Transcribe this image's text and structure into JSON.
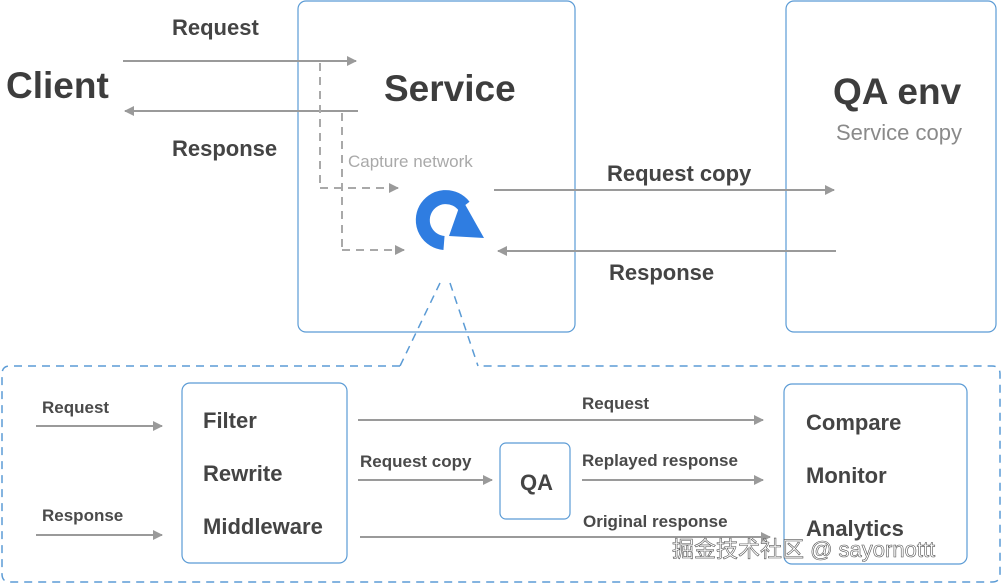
{
  "colors": {
    "arrow": "#9a9a9a",
    "box_border": "#5b9bd5",
    "dashed_blue": "#5b9bd5",
    "logo_blue": "#2f7de1",
    "text_dark": "#3d3d3d",
    "text_gray": "#8a8a8a"
  },
  "top": {
    "client_label": "Client",
    "service_label": "Service",
    "qa_env_label": "QA env",
    "qa_env_sublabel": "Service copy",
    "request_label": "Request",
    "response_label": "Response",
    "capture_label": "Capture network",
    "request_copy_label": "Request copy",
    "response_back_label": "Response",
    "capture_logo_icon": "circular-arrow-icon"
  },
  "bottom": {
    "request_in_label": "Request",
    "response_in_label": "Response",
    "filter_label": "Filter",
    "rewrite_label": "Rewrite",
    "middleware_label": "Middleware",
    "request_out_label": "Request",
    "request_copy_label": "Request copy",
    "qa_label": "QA",
    "replayed_response_label": "Replayed response",
    "original_response_label": "Original response",
    "compare_label": "Compare",
    "monitor_label": "Monitor",
    "analytics_label": "Analytics"
  },
  "watermark": "掘金技术社区 @ sayornottt"
}
